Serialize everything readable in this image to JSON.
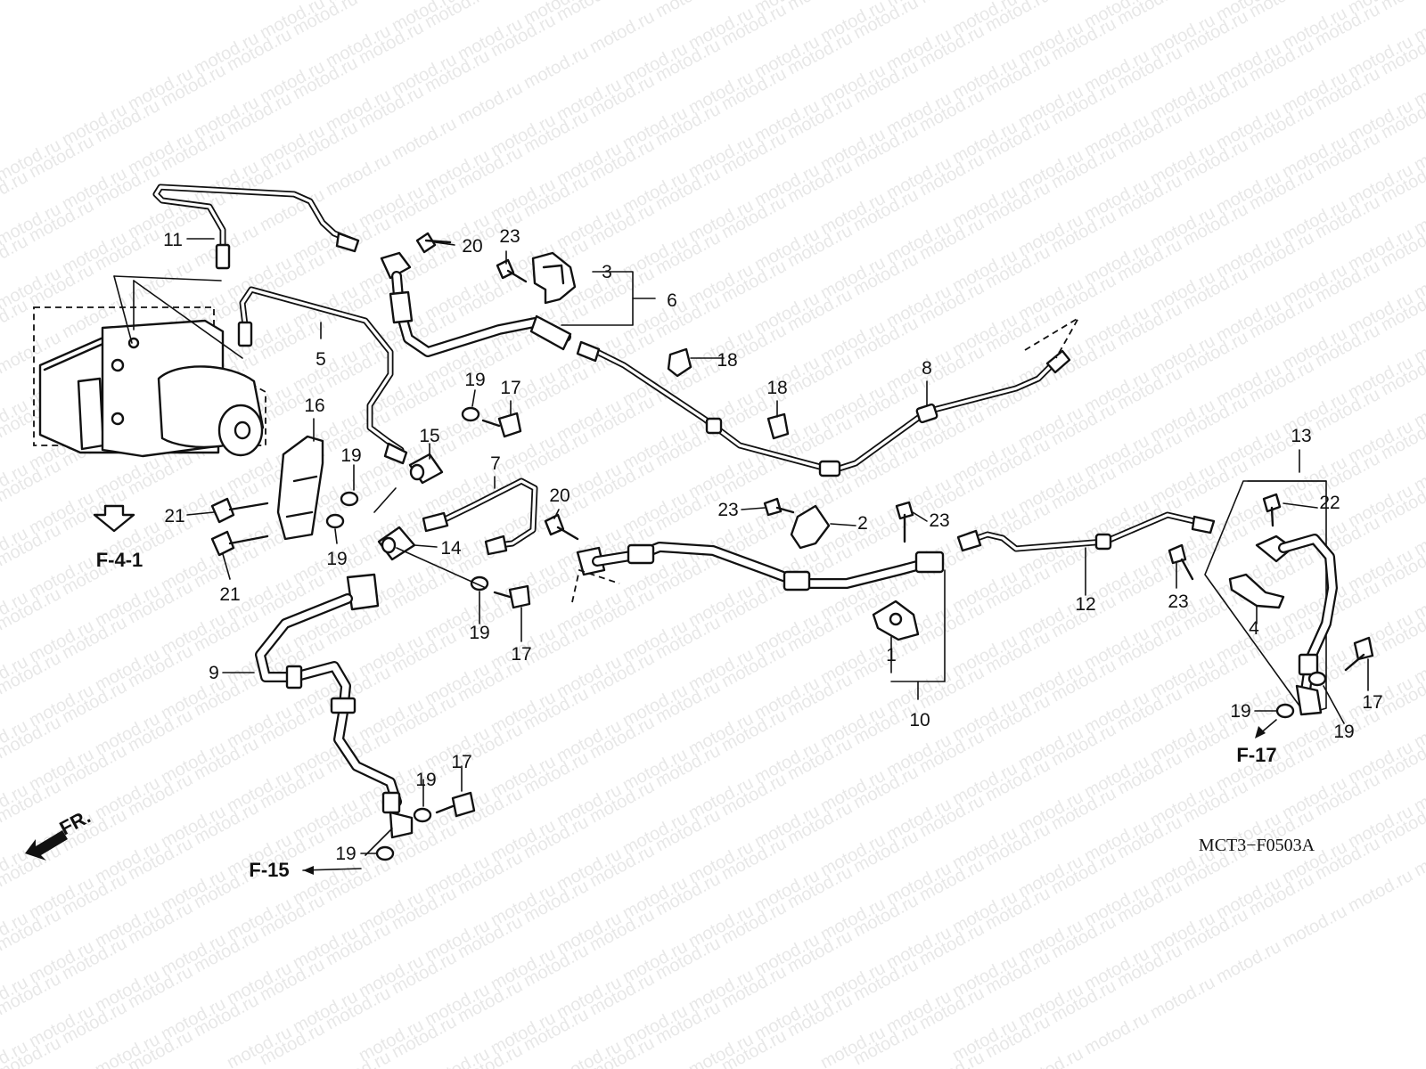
{
  "watermark": "motod.ru",
  "diagram_code": "MCT3−F0503A",
  "front_indicator": "FR.",
  "references": {
    "f_4_1": "F-4-1",
    "f_15": "F-15",
    "f_17": "F-17"
  },
  "callouts": {
    "c1": "1",
    "c2": "2",
    "c3": "3",
    "c4": "4",
    "c5": "5",
    "c6": "6",
    "c7": "7",
    "c8": "8",
    "c9": "9",
    "c10": "10",
    "c11": "11",
    "c12": "12",
    "c13": "13",
    "c14": "14",
    "c15": "15",
    "c16": "16",
    "c17a": "17",
    "c17b": "17",
    "c17c": "17",
    "c17d": "17",
    "c18a": "18",
    "c18b": "18",
    "c19a": "19",
    "c19b": "19",
    "c19c": "19",
    "c19d": "19",
    "c19e": "19",
    "c19f": "19",
    "c19g": "19",
    "c19h": "19",
    "c20a": "20",
    "c20b": "20",
    "c21a": "21",
    "c21b": "21",
    "c22": "22",
    "c23a": "23",
    "c23b": "23",
    "c23c": "23",
    "c23d": "23"
  },
  "colors": {
    "line": "#111111",
    "background": "#ffffff"
  }
}
